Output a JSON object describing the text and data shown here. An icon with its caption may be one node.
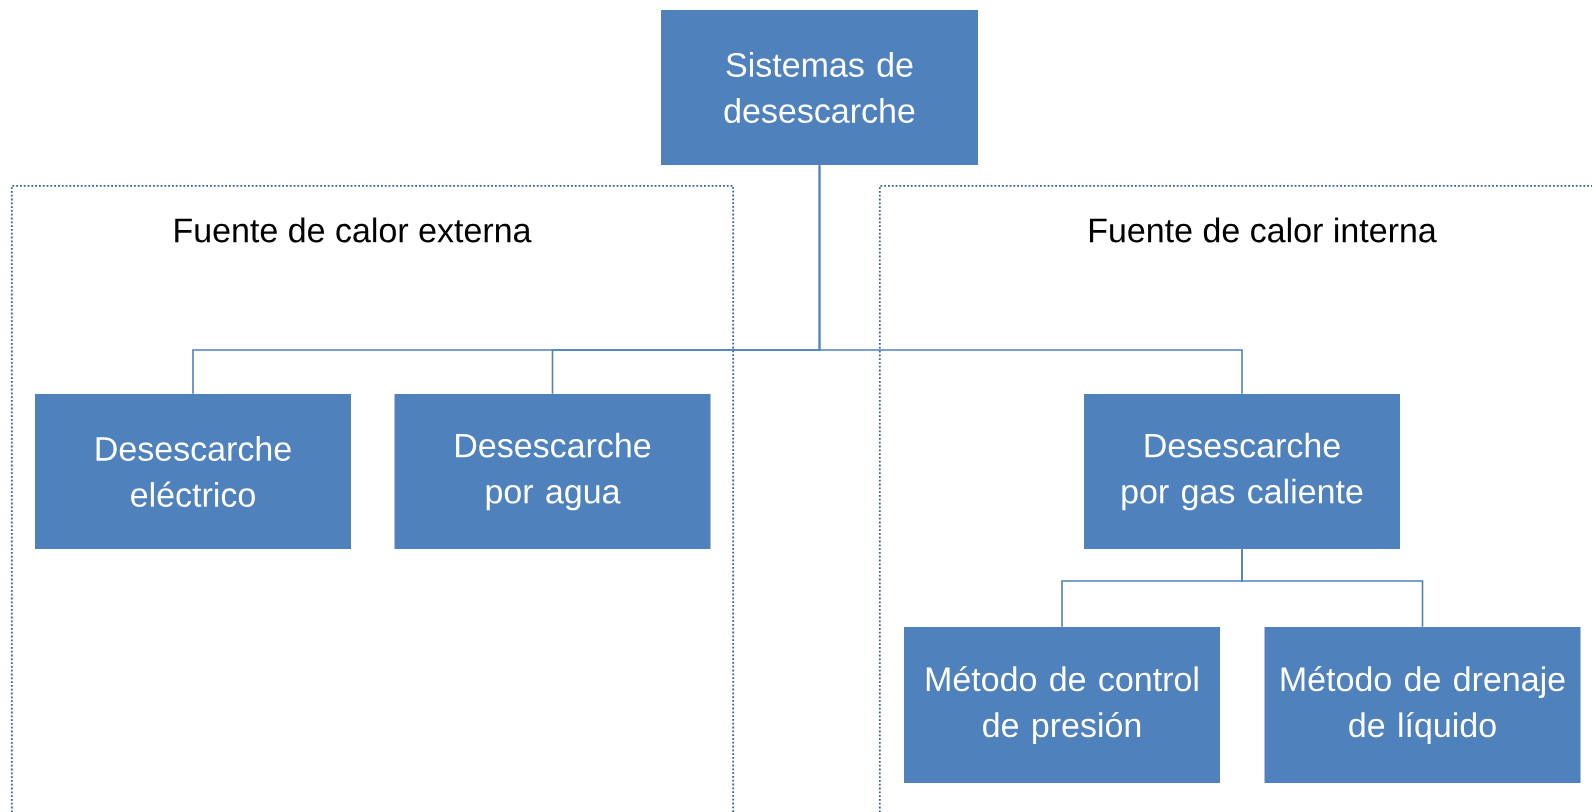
{
  "diagram": {
    "nodes": [
      {
        "text": [
          "Sistemas de desescarche"
        ]
      },
      {
        "text": [
          "Fuente de calor externa"
        ]
      },
      {
        "text": [
          "Fuente de calor interna"
        ]
      },
      {
        "text": [
          "Desescarche eléctrico"
        ],
        "in": 1
      },
      {
        "text": [
          "Desescarche por agua"
        ],
        "in": 1
      },
      {
        "text": [
          "Desescarche por gas caliente"
        ],
        "in": 2
      },
      {
        "text": [
          "Método de control de presión"
        ],
        "in": 2
      },
      {
        "text": [
          "Método de drenaje de líquido"
        ],
        "in": 2
      }
    ],
    "edges": [
      {
        "from": 0,
        "to": 3,
        "arrow": "none"
      },
      {
        "from": 0,
        "to": 4,
        "arrow": "none"
      },
      {
        "from": 0,
        "to": 5,
        "arrow": "none"
      },
      {
        "from": 5,
        "to": 6,
        "arrow": "none"
      },
      {
        "from": 5,
        "to": 7,
        "arrow": "none"
      }
    ]
  }
}
